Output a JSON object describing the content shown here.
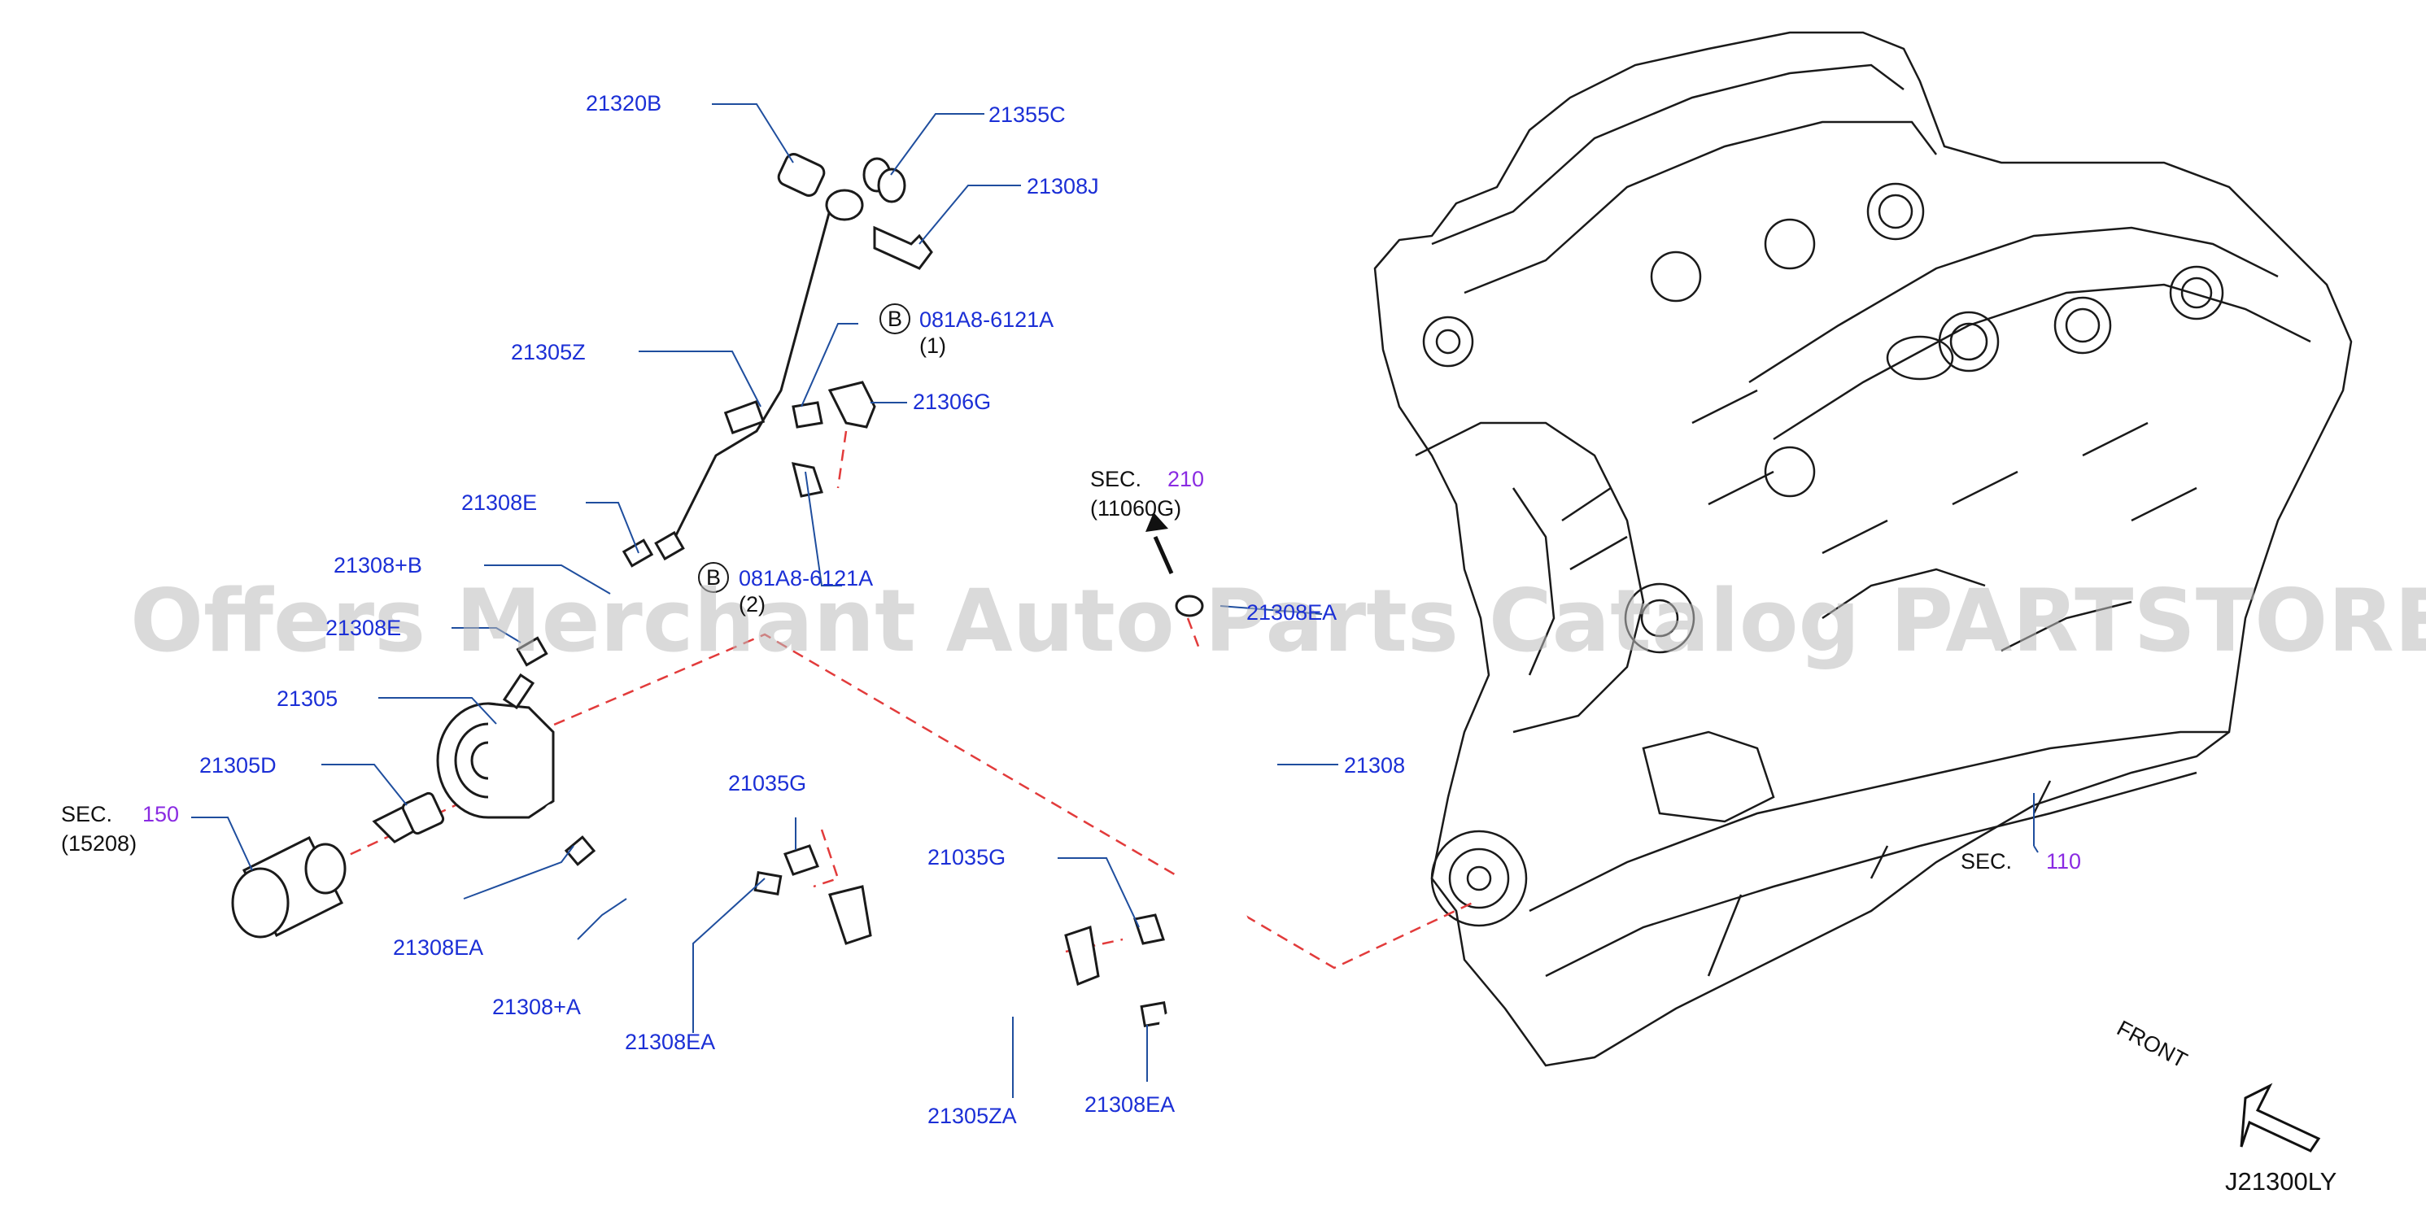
{
  "diagram_code": "J21300LY",
  "watermark": "Offers Merchant Auto Parts Catalog PARTSTORE.SA",
  "direction_label": "FRONT",
  "callouts": [
    {
      "id": "21320B"
    },
    {
      "id": "21355C"
    },
    {
      "id": "21308J"
    },
    {
      "id": "21305Z"
    },
    {
      "id": "21306G"
    },
    {
      "id": "21308E"
    },
    {
      "id": "21308+B"
    },
    {
      "id": "21308E"
    },
    {
      "id": "21305"
    },
    {
      "id": "21305D"
    },
    {
      "id": "21308EA"
    },
    {
      "id": "21308+A"
    },
    {
      "id": "21308EA"
    },
    {
      "id": "21035G"
    },
    {
      "id": "21035G"
    },
    {
      "id": "21305ZA"
    },
    {
      "id": "21308EA"
    },
    {
      "id": "21308"
    },
    {
      "id": "21308EA"
    }
  ],
  "bolt_refs": [
    {
      "badge": "B",
      "part": "081A8-6121A",
      "qty": "(1)"
    },
    {
      "badge": "B",
      "part": "081A8-6121A",
      "qty": "(2)"
    }
  ],
  "section_refs": [
    {
      "prefix": "SEC.",
      "number": "210",
      "sub": "(11060G)"
    },
    {
      "prefix": "SEC.",
      "number": "150",
      "sub": "(15208)"
    },
    {
      "prefix": "SEC.",
      "number": "110",
      "sub": ""
    }
  ],
  "colors": {
    "label": "#1b2fd6",
    "section_number": "#8a2be2",
    "dash_line": "#e23b3b",
    "leader": "#1f4e9e",
    "outline": "#1a1a1a"
  }
}
